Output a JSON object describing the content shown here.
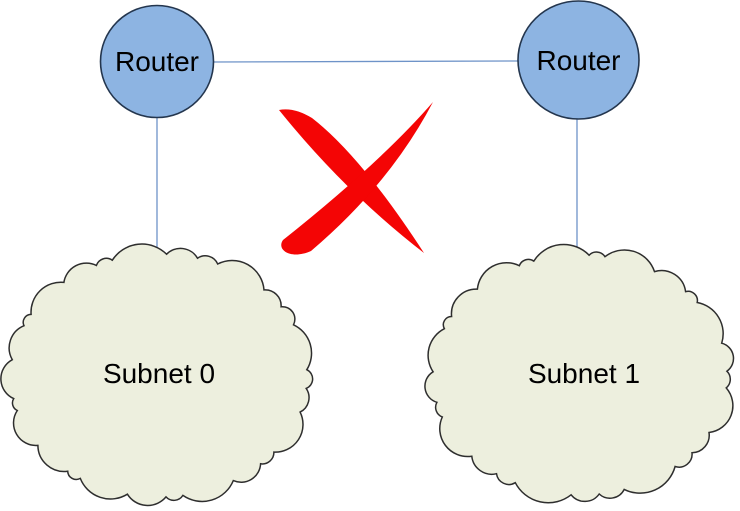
{
  "diagram": {
    "nodes": {
      "router0": {
        "label": "Router",
        "type": "router"
      },
      "router1": {
        "label": "Router",
        "type": "router"
      },
      "subnet0": {
        "label": "Subnet 0",
        "type": "subnet-cloud"
      },
      "subnet1": {
        "label": "Subnet 1",
        "type": "subnet-cloud"
      }
    },
    "links": [
      {
        "from": "router0",
        "to": "router1"
      },
      {
        "from": "router0",
        "to": "subnet0"
      },
      {
        "from": "router1",
        "to": "subnet1"
      }
    ],
    "annotation": {
      "icon": "red-x-icon"
    }
  },
  "colors": {
    "background": "#FFFFFF",
    "router_fill": "#8DB4E2",
    "router_stroke": "#24364E",
    "cloud_fill": "#EDEFDE",
    "cloud_stroke": "#2E2E2E",
    "connector": "#6E93C8",
    "x_red": "#F40505",
    "label_text": "#000000"
  }
}
